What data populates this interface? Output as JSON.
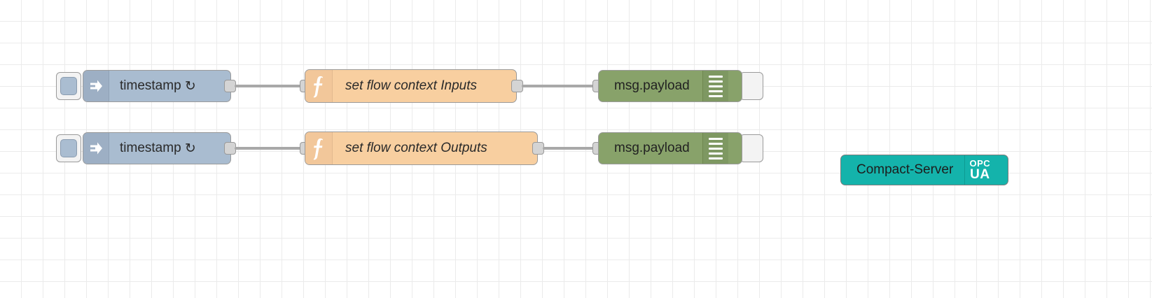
{
  "editor": {
    "name": "node-red-flow-canvas",
    "background": "#ffffff",
    "grid_color": "#ebebeb",
    "grid_size": 31
  },
  "palette": {
    "inject_color": "#a9bcd0",
    "function_color": "#f8cfa0",
    "debug_color": "#88a26a",
    "opcua_color": "#14b3ab",
    "wire_color": "#a8a8a8",
    "port_color": "#d4d4d4"
  },
  "flows": [
    {
      "row": 1,
      "inject": {
        "label": "timestamp",
        "repeat_icon": "↻",
        "icon": "inject-arrow-icon",
        "button": "inject-trigger-button"
      },
      "function": {
        "label": "set flow context Inputs",
        "icon": "function-f-icon"
      },
      "debug": {
        "label": "msg.payload",
        "icon": "debug-bars-icon",
        "toggle": "debug-enable-toggle"
      }
    },
    {
      "row": 2,
      "inject": {
        "label": "timestamp",
        "repeat_icon": "↻",
        "icon": "inject-arrow-icon",
        "button": "inject-trigger-button"
      },
      "function": {
        "label": "set flow context Outputs",
        "icon": "function-f-icon"
      },
      "debug": {
        "label": "msg.payload",
        "icon": "debug-bars-icon",
        "toggle": "debug-enable-toggle"
      }
    }
  ],
  "opcua_server": {
    "label": "Compact-Server",
    "badge_line1": "OPC",
    "badge_line2": "UA",
    "icon": "opc-ua-icon"
  }
}
